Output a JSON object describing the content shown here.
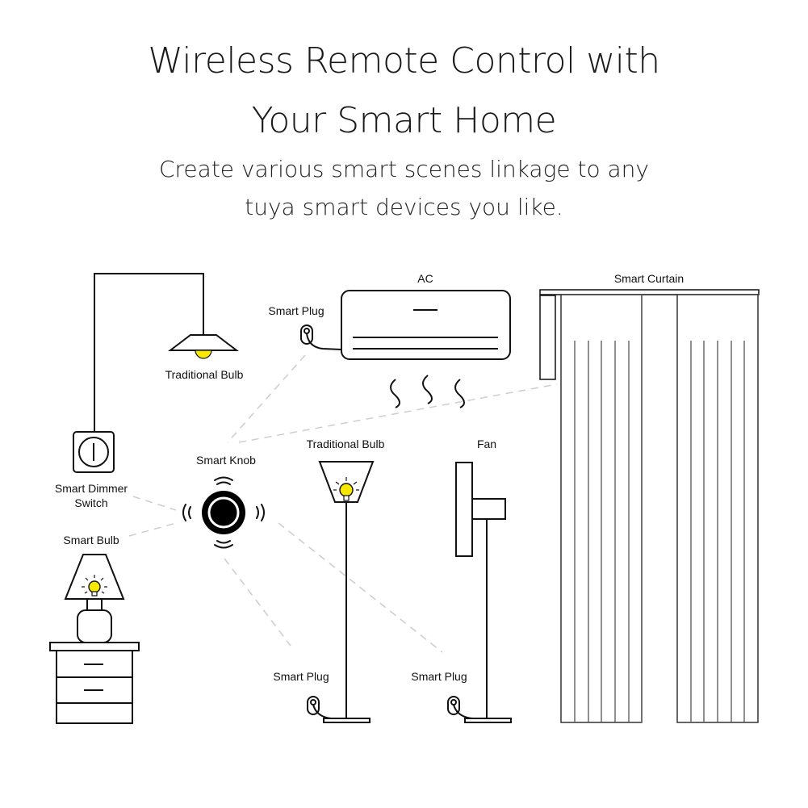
{
  "header": {
    "title_line1": "Wireless Remote Control with",
    "title_line2": "Your Smart Home",
    "subtitle_line1": "Create various smart scenes linkage to any",
    "subtitle_line2": "tuya smart devices you like."
  },
  "diagram": {
    "hub": {
      "label": "Smart Knob"
    },
    "devices": [
      {
        "id": "pendant-lamp",
        "label": "Traditional Bulb"
      },
      {
        "id": "dimmer-switch",
        "label_line1": "Smart Dimmer",
        "label_line2": "Switch"
      },
      {
        "id": "table-lamp",
        "label": "Smart Bulb"
      },
      {
        "id": "ac-plug",
        "label": "Smart Plug"
      },
      {
        "id": "ac",
        "label": "AC"
      },
      {
        "id": "curtain",
        "label": "Smart Curtain"
      },
      {
        "id": "floor-lamp",
        "label": "Traditional Bulb"
      },
      {
        "id": "fan",
        "label": "Fan"
      },
      {
        "id": "floor-lamp-plug",
        "label": "Smart Plug"
      },
      {
        "id": "fan-plug",
        "label": "Smart Plug"
      }
    ],
    "colors": {
      "line": "#111111",
      "bulb": "#f7e800",
      "dashed": "#c8c8c8"
    }
  }
}
